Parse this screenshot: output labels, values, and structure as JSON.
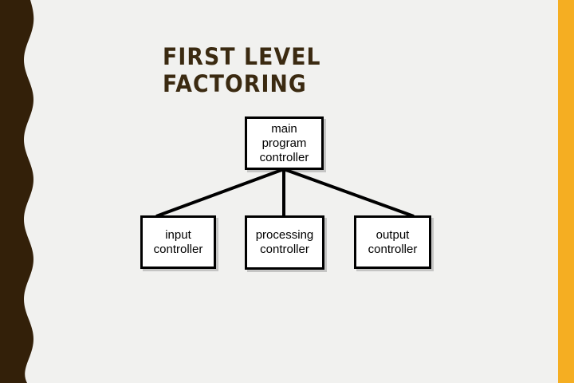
{
  "slide": {
    "title": "FIRST LEVEL\nFACTORING",
    "background_color": "#F1F1EF",
    "accent_color": "#3B2A11",
    "strip_color": "#F5AE22"
  },
  "diagram": {
    "type": "hierarchy-tree",
    "nodes": {
      "main": "main\nprogram\ncontroller",
      "input": "input\ncontroller",
      "processing": "processing\ncontroller",
      "output": "output\ncontroller"
    }
  }
}
